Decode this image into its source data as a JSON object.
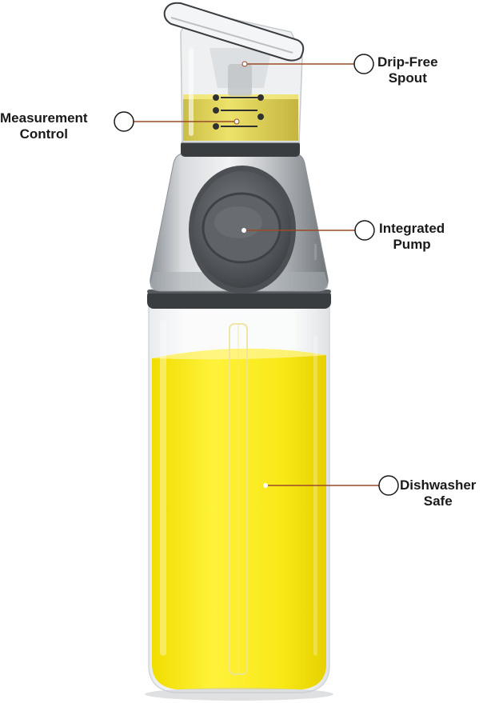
{
  "product": {
    "icon": "oil-dispenser-bottle",
    "colors": {
      "oil": "#f9ea1a",
      "oil_dark": "#e8d200",
      "measuring_oil": "#d9cb3a",
      "steel": "#b8bcc0",
      "steel_dark": "#7e8388",
      "rubber": "#3a3d40",
      "glass_edge": "#d9dcdf",
      "leader_line": "#9a4a28",
      "label": "#1a1a1a"
    }
  },
  "callouts": {
    "drip_free": {
      "line1": "Drip-Free",
      "line2": "Spout"
    },
    "measurement": {
      "line1": "Measurement",
      "line2": "Control"
    },
    "pump": {
      "line1": "Integrated",
      "line2": "Pump"
    },
    "dishwasher": {
      "line1": "Dishwasher",
      "line2": "Safe"
    }
  }
}
